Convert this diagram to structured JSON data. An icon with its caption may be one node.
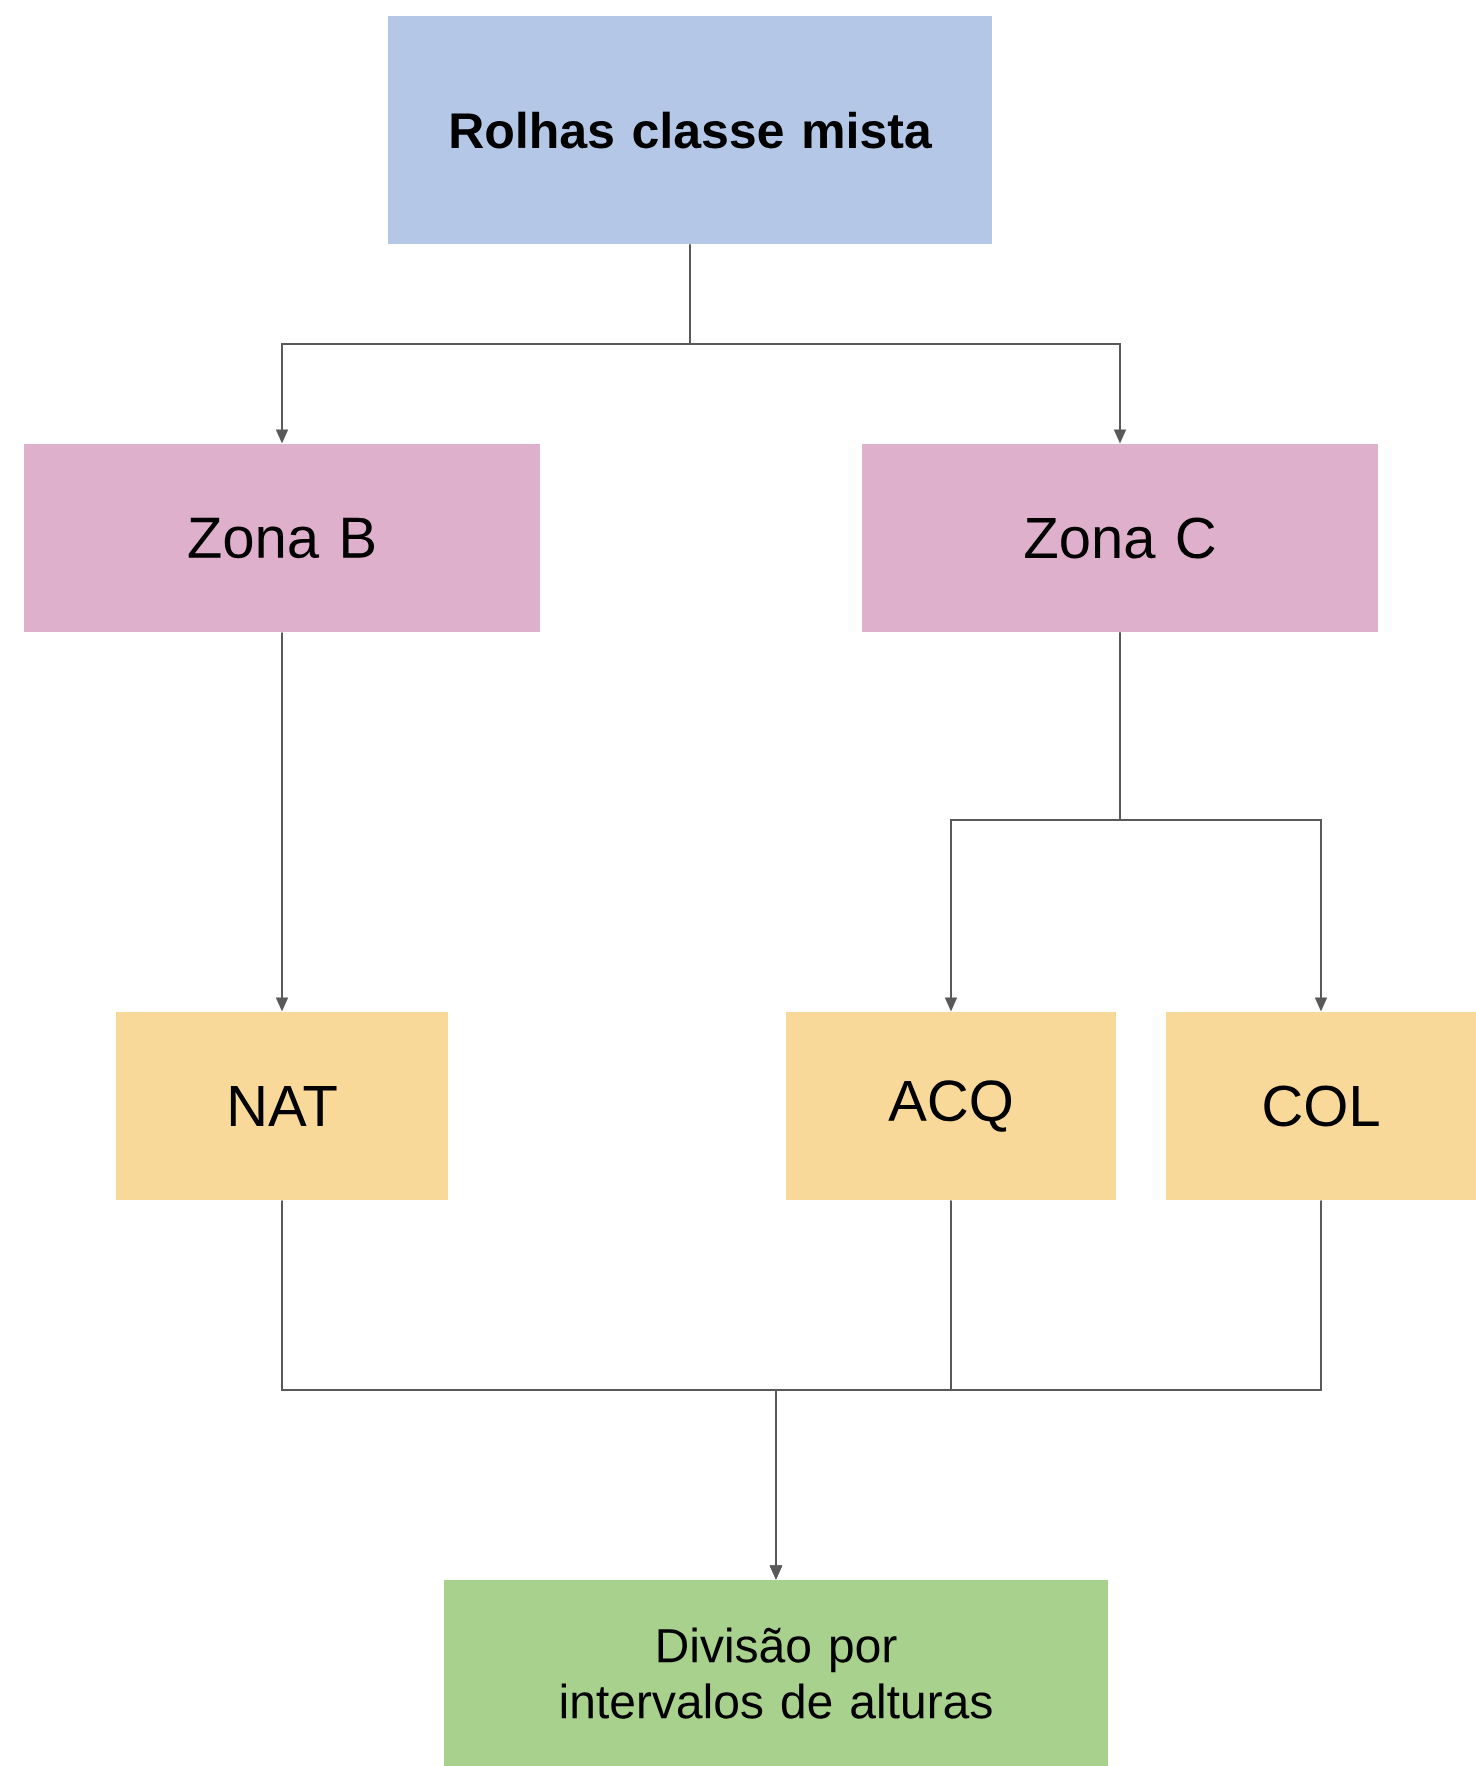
{
  "diagram": {
    "nodes": [
      {
        "text": [
          "Rolhas classe mista"
        ]
      },
      {
        "text": [
          "Zona B"
        ]
      },
      {
        "text": [
          "Zona C"
        ]
      },
      {
        "text": [
          "NAT"
        ]
      },
      {
        "text": [
          "ACQ"
        ]
      },
      {
        "text": [
          "COL"
        ]
      },
      {
        "text": [
          "Divisão por intervalos de alturas"
        ]
      }
    ],
    "edges": [
      {
        "from": 0,
        "to": 1,
        "arrow": "to"
      },
      {
        "from": 0,
        "to": 2,
        "arrow": "to"
      },
      {
        "from": 1,
        "to": 3,
        "arrow": "to"
      },
      {
        "from": 2,
        "to": 4,
        "arrow": "to"
      },
      {
        "from": 2,
        "to": 5,
        "arrow": "to"
      },
      {
        "from": 3,
        "to": 6,
        "arrow": "to"
      },
      {
        "from": 4,
        "to": 6,
        "arrow": "to"
      },
      {
        "from": 5,
        "to": 6,
        "arrow": "to"
      }
    ]
  }
}
